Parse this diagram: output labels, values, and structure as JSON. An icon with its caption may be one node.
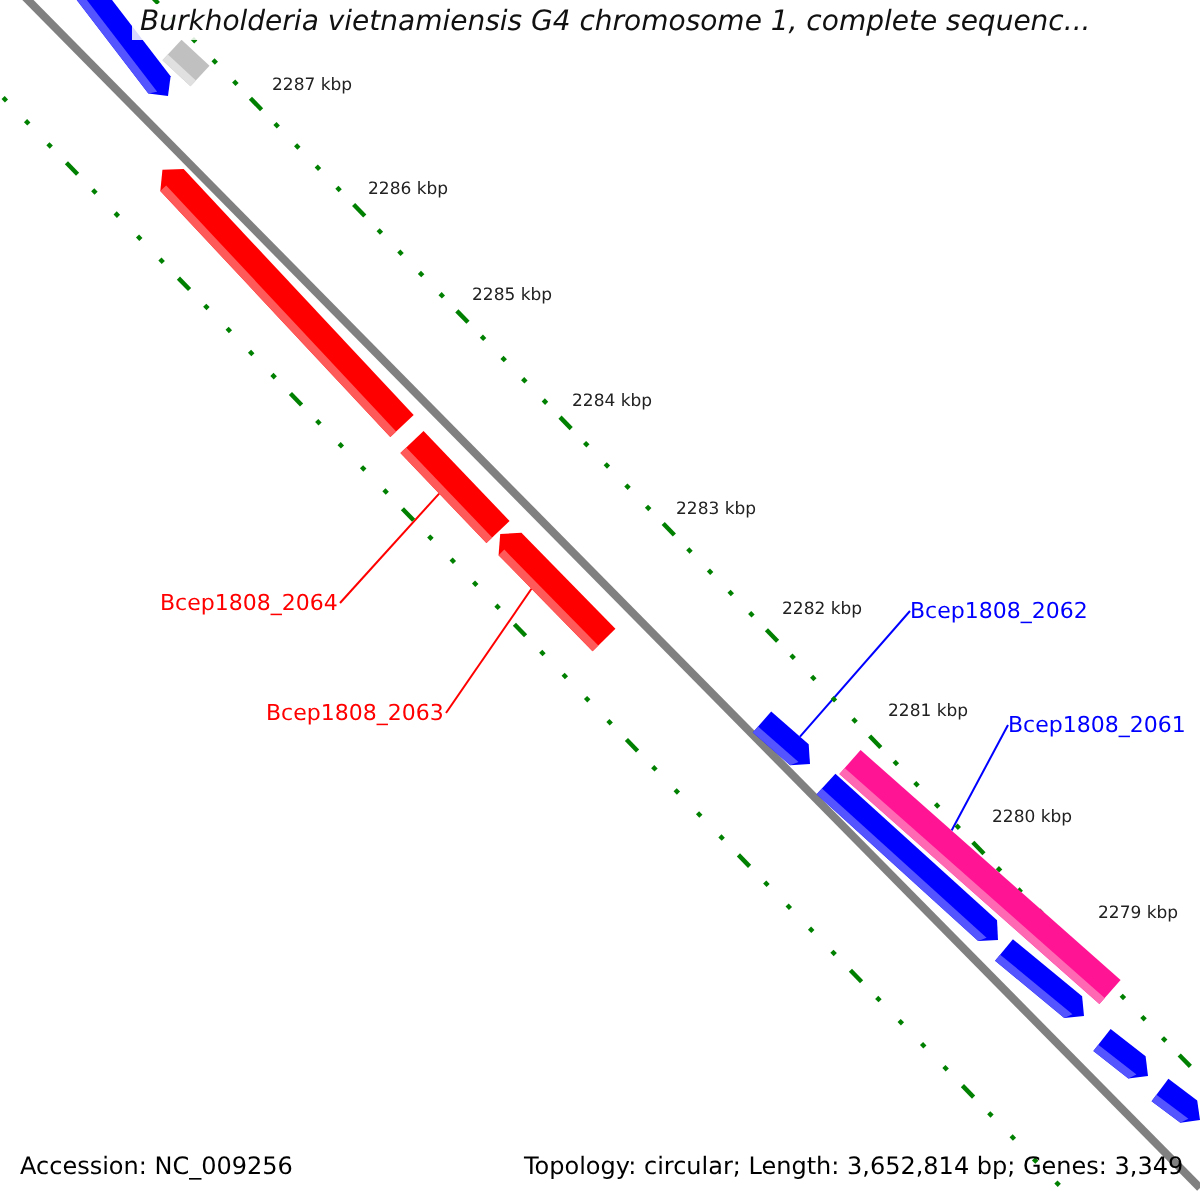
{
  "diagram": {
    "title": "Burkholderia vietnamiensis G4 chromosome 1, complete sequenc...",
    "nodes": [
      {
        "text": [],
        "shape": "bar"
      },
      {
        "text": [],
        "shape": "bar"
      },
      {
        "text": [],
        "shape": "bar"
      },
      {
        "text": [],
        "shape": "bar"
      },
      {
        "text": [],
        "shape": "bar"
      },
      {
        "text": [],
        "shape": "bar"
      },
      {
        "text": [],
        "shape": "bar"
      },
      {
        "text": [],
        "shape": "bar"
      },
      {
        "text": [],
        "shape": "bar"
      },
      {
        "text": [],
        "shape": "bar"
      },
      {
        "text": [],
        "shape": "bar"
      },
      {
        "text": [
          "Bcep1808_2064"
        ]
      },
      {
        "text": [
          "Bcep1808_2063"
        ]
      },
      {
        "text": [
          "Bcep1808_2062"
        ]
      },
      {
        "text": [
          "Bcep1808_2061"
        ]
      }
    ],
    "edges": [
      {
        "from": 11,
        "to": 3,
        "arrow": "none",
        "color": "#ff0000"
      },
      {
        "from": 12,
        "to": 4,
        "arrow": "none",
        "color": "#ff0000"
      },
      {
        "from": 13,
        "to": 5,
        "arrow": "none",
        "color": "#0000ff"
      },
      {
        "from": 14,
        "to": 7,
        "arrow": "none",
        "color": "#0000ff"
      }
    ],
    "labels": [
      "2287 kbp",
      "2286 kbp",
      "2285 kbp",
      "2284 kbp",
      "2283 kbp",
      "2282 kbp",
      "2281 kbp",
      "2280 kbp",
      "2279 kbp",
      "Accession: NC_009256",
      "Topology: circular; Length: 3,652,814 bp; Genes: 3,349"
    ]
  }
}
